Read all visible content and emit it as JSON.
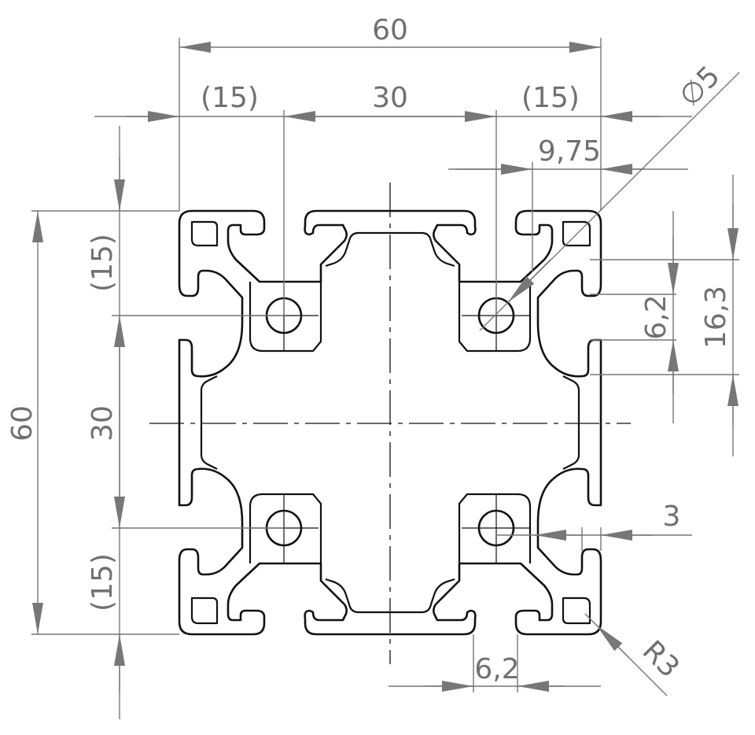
{
  "dimensions": {
    "overall_width": "60",
    "overall_height": "60",
    "top_left_margin": "(15)",
    "top_center_spacing": "30",
    "top_right_margin": "(15)",
    "left_top_margin": "(15)",
    "left_center_spacing": "30",
    "left_bottom_margin": "(15)",
    "hole_diameter": "∅5",
    "slot_offset": "9,75",
    "slot_depth_small": "6,2",
    "slot_depth_large": "16,3",
    "wall_thickness": "3",
    "slot_width": "6,2",
    "corner_radius": "R3"
  }
}
